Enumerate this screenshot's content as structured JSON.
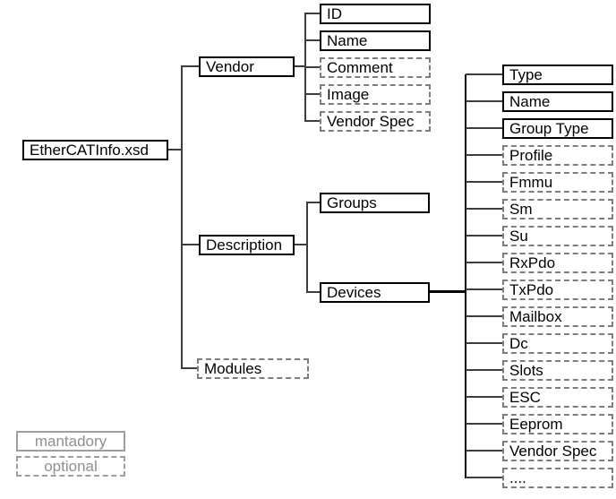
{
  "diagram": {
    "root": {
      "label": "EtherCATInfo.xsd"
    },
    "vendor": {
      "label": "Vendor"
    },
    "vendor_children": [
      {
        "label": "ID",
        "required": "mandatory"
      },
      {
        "label": "Name",
        "required": "mandatory"
      },
      {
        "label": "Comment",
        "required": "optional"
      },
      {
        "label": "Image",
        "required": "optional"
      },
      {
        "label": "Vendor Spec",
        "required": "optional"
      }
    ],
    "description": {
      "label": "Description"
    },
    "groups": {
      "label": "Groups"
    },
    "devices": {
      "label": "Devices"
    },
    "modules": {
      "label": "Modules"
    },
    "devices_children": [
      {
        "label": "Type",
        "required": "mandatory"
      },
      {
        "label": "Name",
        "required": "mandatory"
      },
      {
        "label": "Group Type",
        "required": "mandatory"
      },
      {
        "label": "Profile",
        "required": "optional"
      },
      {
        "label": "Fmmu",
        "required": "optional"
      },
      {
        "label": "Sm",
        "required": "optional"
      },
      {
        "label": "Su",
        "required": "optional"
      },
      {
        "label": "RxPdo",
        "required": "optional"
      },
      {
        "label": "TxPdo",
        "required": "optional"
      },
      {
        "label": "Mailbox",
        "required": "optional"
      },
      {
        "label": "Dc",
        "required": "optional"
      },
      {
        "label": "Slots",
        "required": "optional"
      },
      {
        "label": "ESC",
        "required": "optional"
      },
      {
        "label": "Eeprom",
        "required": "optional"
      },
      {
        "label": "Vendor Spec",
        "required": "optional"
      },
      {
        "label": "....",
        "required": "optional"
      }
    ],
    "legend": {
      "mandatory_label": "mantadory",
      "optional_label": "optional"
    },
    "colors": {
      "mandatory_border": "#000000",
      "optional_border": "#7d7d7d",
      "connector": "#3d3d3d",
      "devices_trunk": "#000000",
      "legend_gray": "#8f8f8f",
      "background": "#ffffff"
    }
  }
}
